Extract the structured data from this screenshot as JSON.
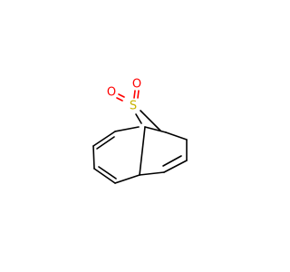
{
  "molecule": {
    "atoms": [
      {
        "id": "S",
        "element": "S",
        "label": "S"
      },
      {
        "id": "O1",
        "element": "O",
        "label": "O"
      },
      {
        "id": "O2",
        "element": "O",
        "label": "O"
      }
    ]
  },
  "colors": {
    "sulfur": "#c8b400",
    "oxygen": "#ff0000",
    "bond": "#000000",
    "background": "#ffffff"
  }
}
